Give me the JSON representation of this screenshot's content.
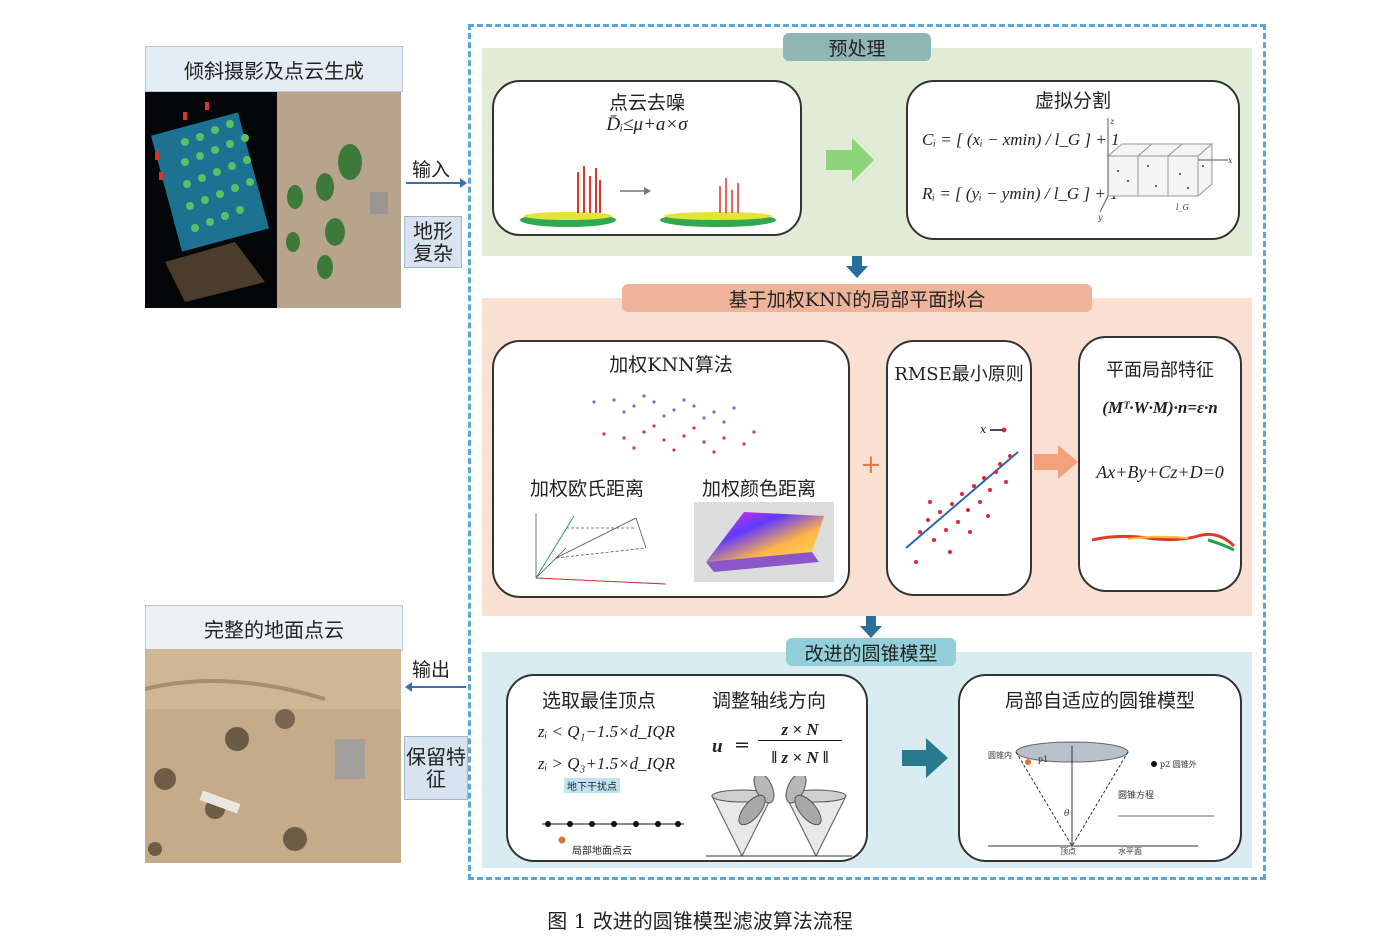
{
  "left": {
    "top_title": "倾斜摄影及点云生成",
    "bottom_title": "完整的地面点云",
    "input_label": "输入",
    "output_label": "输出",
    "side_top": "地形复杂",
    "side_bottom": "保留特征"
  },
  "preprocess": {
    "title": "预处理",
    "denoise_title": "点云去噪",
    "denoise_formula": "D̄ᵢ≤μ+a×σ",
    "segment_title": "虚拟分割",
    "ci_formula": "Cᵢ = [ (xᵢ − xmin) / l_G ] + 1",
    "ri_formula": "Rᵢ = [ (yᵢ − ymin) / l_G ] + 1",
    "axis_z": "z",
    "axis_x": "x",
    "axis_y": "y",
    "lg": "l_G"
  },
  "knn": {
    "title": "基于加权KNN的局部平面拟合",
    "knn_title": "加权KNN算法",
    "euclid_title": "加权欧氏距离",
    "color_title": "加权颜色距离",
    "rmse_title": "RMSE最小原则",
    "rmse_x": "x",
    "plus": "+",
    "feature_title": "平面局部特征",
    "eq1": "(Mᵀ·W·M)·n=ε·n",
    "eq2": "Ax+By+Cz+D=0"
  },
  "cone": {
    "title": "改进的圆锥模型",
    "vertex_title": "选取最佳顶点",
    "vertex_f1": "zᵢ < Q₁−1.5×d_IQR",
    "vertex_f2": "zᵢ > Q₃+1.5×d_IQR",
    "underground_label": "地下干扰点",
    "ground_label": "局部地面点云",
    "axis_title": "调整轴线方向",
    "axis_formula_num": "z × N",
    "axis_formula_den": "‖ z × N ‖",
    "axis_u": "u",
    "adaptive_title": "局部自适应的圆锥模型",
    "ann_inside": "圆锥内",
    "ann_outside": "p2 圆锥外",
    "ann_p1": "p1",
    "ann_eq_title": "圆锥方程",
    "ann_vertex": "顶点",
    "ann_horizontal": "水平面",
    "ann_theta": "θ"
  },
  "caption": "图 1    改进的圆锥模型滤波算法流程"
}
